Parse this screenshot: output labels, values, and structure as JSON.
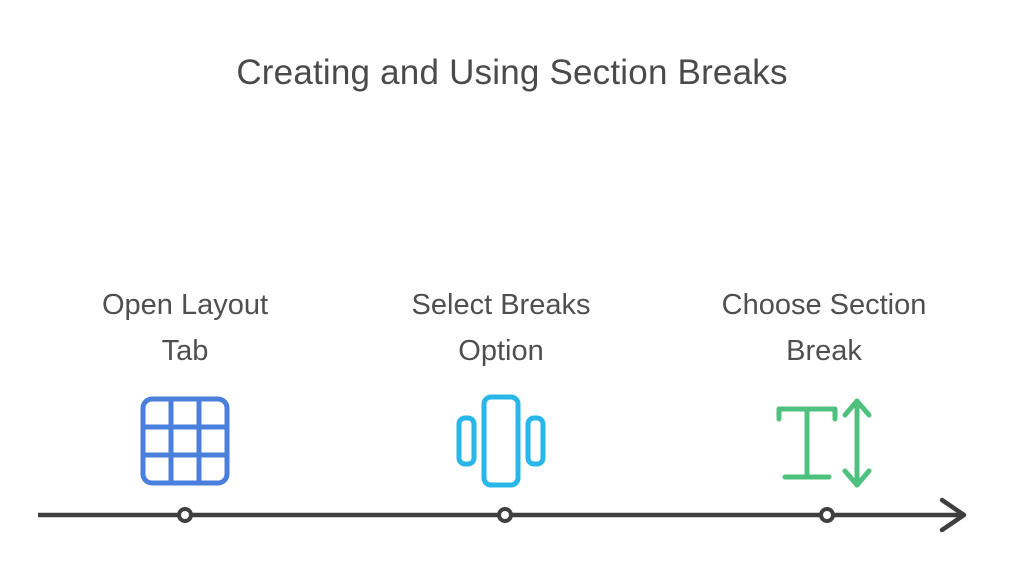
{
  "slide": {
    "title": "Creating and Using Section Breaks",
    "background_color": "#ffffff",
    "title_color": "#4a4a4a",
    "label_color": "#4f4f4f"
  },
  "timeline": {
    "axis_color": "#3f3f3f",
    "node_fill": "#ffffff",
    "arrow_direction": "right",
    "node_count": 3,
    "nodes_x": [
      185,
      505,
      827
    ]
  },
  "steps": [
    {
      "index": "1",
      "label": "Open Layout Tab",
      "label_line_1": "Open Layout",
      "label_line_2": "Tab",
      "icon_name": "grid-table-icon",
      "icon_color": "#4a7fdc"
    },
    {
      "index": "2",
      "label": "Select Breaks Option",
      "label_line_1": "Select Breaks",
      "label_line_2": "Option",
      "icon_name": "carousel-panels-icon",
      "icon_color": "#29b6e8"
    },
    {
      "index": "3",
      "label": "Choose Section Break",
      "label_line_1": "Choose Section",
      "label_line_2": "Break",
      "icon_name": "line-spacing-icon",
      "icon_color": "#4ec17f"
    }
  ]
}
